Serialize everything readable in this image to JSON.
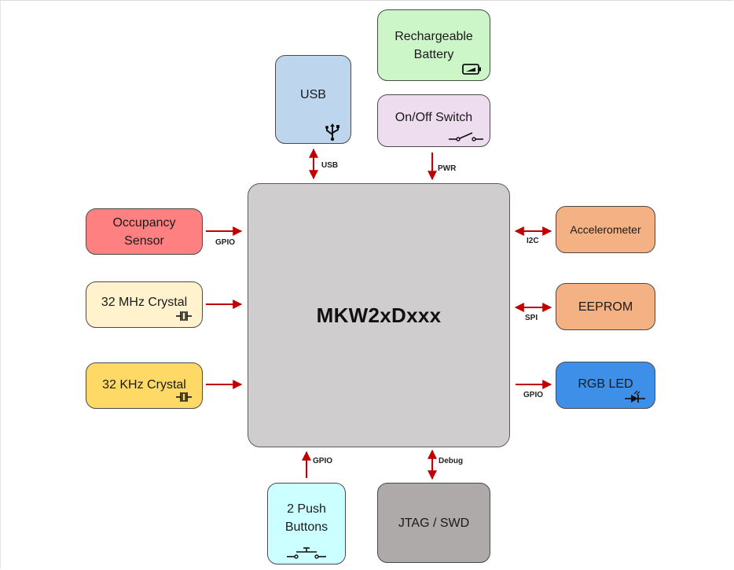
{
  "mcu": {
    "label": "MKW2xDxxx",
    "color": "#cfcdce"
  },
  "blocks": {
    "battery": {
      "label": "Rechargeable\nBattery",
      "color": "#ccf5c8",
      "icon": "battery-icon"
    },
    "usb": {
      "label": "USB",
      "color": "#bdd6ee",
      "icon": "usb-icon"
    },
    "switch": {
      "label": "On/Off Switch",
      "color": "#eedcef",
      "icon": "switch-icon"
    },
    "occupancy": {
      "label": "Occupancy\nSensor",
      "color": "#ff8080"
    },
    "mhz": {
      "label": "32 MHz Crystal",
      "color": "#fff2cc",
      "icon": "crystal-icon"
    },
    "khz": {
      "label": "32 KHz Crystal",
      "color": "#ffd966",
      "icon": "crystal-icon"
    },
    "accel": {
      "label": "Accelerometer",
      "color": "#f4b183"
    },
    "eeprom": {
      "label": "EEPROM",
      "color": "#f4b183"
    },
    "rgbled": {
      "label": "RGB LED",
      "color": "#3d8fe8",
      "icon": "led-icon"
    },
    "buttons": {
      "label": "2 Push\nButtons",
      "color": "#ccffff",
      "icon": "push-button-icon"
    },
    "jtag": {
      "label": "JTAG / SWD",
      "color": "#aeaaaa"
    }
  },
  "buses": {
    "usb": "USB",
    "pwr": "PWR",
    "occupancy": "GPIO",
    "accel": "I2C",
    "eeprom": "SPI",
    "rgbled": "GPIO",
    "buttons": "GPIO",
    "jtag": "Debug"
  },
  "arrow_color": "#c00000"
}
